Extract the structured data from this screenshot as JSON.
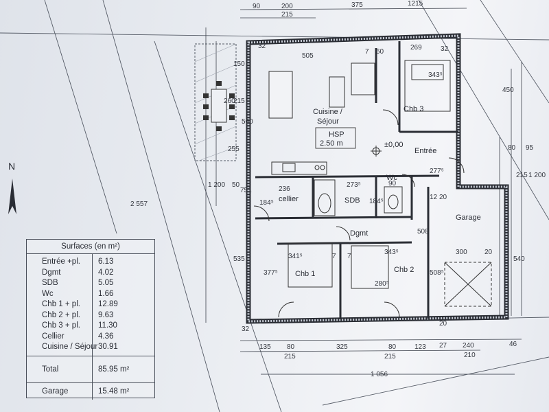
{
  "surfaces": {
    "title": "Surfaces (en m²)",
    "rows": [
      {
        "label": "Entrée +pl.",
        "value": "6.13"
      },
      {
        "label": "Dgmt",
        "value": "4.02"
      },
      {
        "label": "SDB",
        "value": "5.05"
      },
      {
        "label": "Wc",
        "value": "1.66"
      },
      {
        "label": "Chb 1 + pl.",
        "value": "12.89"
      },
      {
        "label": "Chb 2 + pl.",
        "value": "9.63"
      },
      {
        "label": "Chb 3 + pl.",
        "value": "11.30"
      },
      {
        "label": "Cellier",
        "value": "4.36"
      },
      {
        "label": "Cuisine / Séjour",
        "value": "30.91"
      }
    ],
    "total_label": "Total",
    "total_value": "85.95 m²",
    "garage_label": "Garage",
    "garage_value": "15.48 m²"
  },
  "north_label": "N",
  "rooms": {
    "cuisine_line1": "Cuisine /",
    "cuisine_line2": "Séjour",
    "hsp_label": "HSP",
    "hsp_value": "2.50 m",
    "level": "±0,00",
    "chb3": "Chb 3",
    "entree": "Entrée",
    "cellier": "cellier",
    "sdb": "SDB",
    "wc": "Wc",
    "garage": "Garage",
    "dgmt": "Dgmt",
    "chb1": "Chb 1",
    "chb2": "Chb 2"
  },
  "dims": {
    "top_90": "90",
    "top_200": "200",
    "top_215": "215",
    "top_375": "375",
    "top_1215": "1215",
    "d505": "505",
    "d7a": "7",
    "d60": "60",
    "d269": "269",
    "d32a": "32",
    "d32b": "32",
    "d150": "150",
    "d560": "560",
    "d260": "260",
    "d215": "215",
    "d255": "255",
    "d1200": "1 200",
    "d2557": "2 557",
    "d236": "236",
    "d2735": "273⁵",
    "d90wc": "90",
    "d751": "751",
    "d50": "50",
    "d1845a": "184⁵",
    "d1845b": "184⁵",
    "d3435a": "343⁵",
    "d2775": "277⁵",
    "d508a": "508",
    "d5085": "508⁵",
    "d3415": "341⁵",
    "d3435b": "343⁵",
    "d7b": "7",
    "d7c": "7",
    "d2805": "280⁵",
    "d3775": "377⁵",
    "d535": "535",
    "d300": "300",
    "d20a": "20",
    "d20b": "20",
    "d540": "540",
    "d450": "450",
    "d80r": "80",
    "d95": "95",
    "d215r": "215",
    "d1200r": "1 200",
    "b32": "32",
    "b135": "135",
    "b80a": "80",
    "b325": "325",
    "b80b": "80",
    "b123": "123",
    "b27": "27",
    "b240": "240",
    "b46": "46",
    "b215a": "215",
    "b215b": "215",
    "b210": "210",
    "b1056": "1 056",
    "d12": "12",
    "d20c": "20"
  }
}
